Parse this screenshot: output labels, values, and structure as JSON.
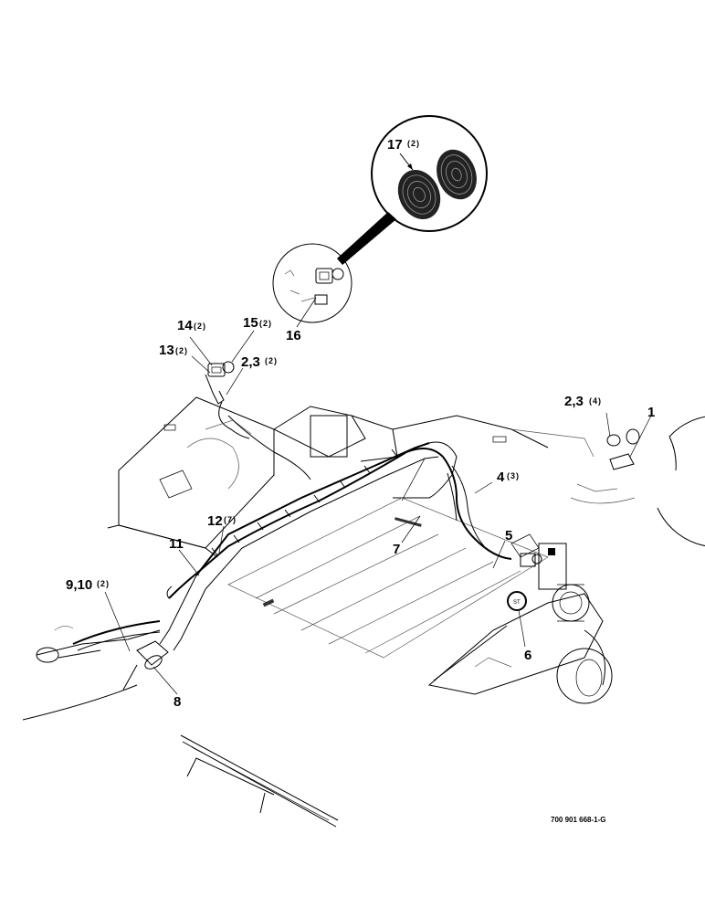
{
  "diagram": {
    "callouts": [
      {
        "id": "c17",
        "num": "17",
        "qty": "(2)"
      },
      {
        "id": "c16",
        "num": "16",
        "qty": ""
      },
      {
        "id": "c14",
        "num": "14",
        "qty": "(2)"
      },
      {
        "id": "c15",
        "num": "15",
        "qty": "(2)"
      },
      {
        "id": "c13",
        "num": "13",
        "qty": "(2)"
      },
      {
        "id": "c23a",
        "num": "2,3",
        "qty": "(2)"
      },
      {
        "id": "c23b",
        "num": "2,3",
        "qty": "(4)"
      },
      {
        "id": "c1",
        "num": "1",
        "qty": ""
      },
      {
        "id": "c4",
        "num": "4",
        "qty": "(3)"
      },
      {
        "id": "c12",
        "num": "12",
        "qty": "(7)"
      },
      {
        "id": "c11",
        "num": "11",
        "qty": ""
      },
      {
        "id": "c7",
        "num": "7",
        "qty": ""
      },
      {
        "id": "c5",
        "num": "5",
        "qty": ""
      },
      {
        "id": "c910",
        "num": "9,10",
        "qty": "(2)"
      },
      {
        "id": "c6",
        "num": "6",
        "qty": ""
      },
      {
        "id": "c8",
        "num": "8",
        "qty": ""
      }
    ],
    "part_number": "700 901 668-1-G"
  }
}
